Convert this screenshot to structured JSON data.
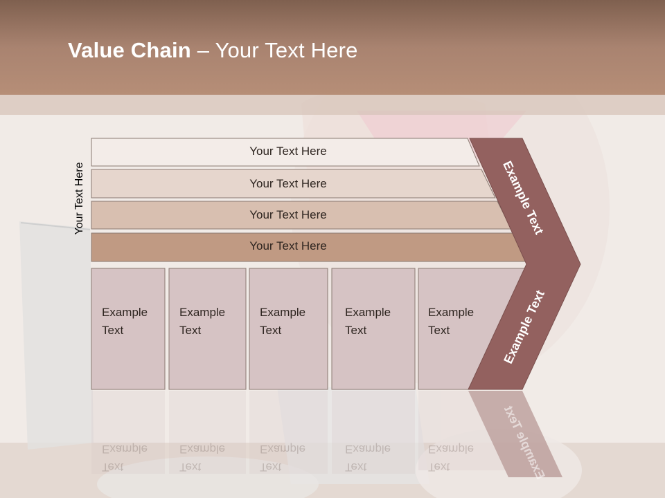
{
  "title": {
    "bold": "Value Chain",
    "rest": " – Your Text Here"
  },
  "side_label": "Your Text Here",
  "rows": [
    {
      "label": "Your Text Here",
      "color": "#f3ece8"
    },
    {
      "label": "Your Text Here",
      "color": "#e6d6cd"
    },
    {
      "label": "Your Text Here",
      "color": "#d8bfb0"
    },
    {
      "label": "Your Text Here",
      "color": "#c09a83"
    }
  ],
  "boxes": [
    {
      "line1": "Example",
      "line2": "Text"
    },
    {
      "line1": "Example",
      "line2": "Text"
    },
    {
      "line1": "Example",
      "line2": "Text"
    },
    {
      "line1": "Example",
      "line2": "Text"
    },
    {
      "line1": "Example",
      "line2": "Text"
    }
  ],
  "chevron": {
    "top_label": "Example Text",
    "bottom_label": "Example Text",
    "color": "#93615f"
  },
  "box_color": "#d6c3c4"
}
